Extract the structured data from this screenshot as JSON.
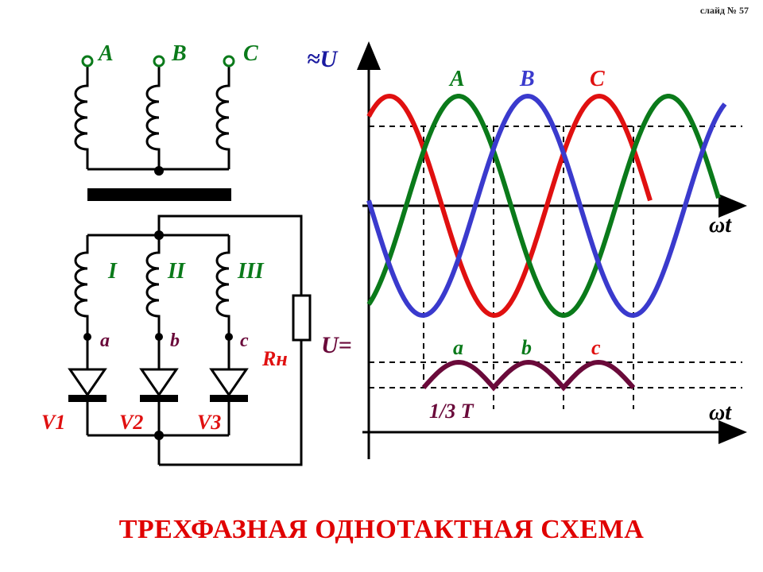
{
  "slide_number": "слайд № 57",
  "title": "ТРЕХФАЗНАЯ ОДНОТАКТНАЯ СХЕМА",
  "colors": {
    "phase_a": "#e01010",
    "phase_b": "#3a3acd",
    "phase_c": "#0a7a1a",
    "terminal": "#0a7a1a",
    "secondary_roman": "#0a7a1a",
    "node_labels": "#6a0a3a",
    "load_label": "#e01010",
    "diode_labels": "#e01010",
    "ripple": "#6a0a3a",
    "ac_symbol": "#1a1aa0",
    "wire": "#000000"
  },
  "circuit": {
    "primary_terminals": [
      "A",
      "B",
      "C"
    ],
    "secondary_windings": [
      "I",
      "II",
      "III"
    ],
    "nodes": [
      "a",
      "b",
      "c"
    ],
    "diodes": [
      "V1",
      "V2",
      "V3"
    ],
    "load": "Rн"
  },
  "graph": {
    "ac_axis_label": "≈U",
    "dc_axis_label": "U=",
    "time_label": "ωt",
    "time_label_2": "ωt",
    "wave_labels": [
      "A",
      "B",
      "C"
    ],
    "ripple_labels": [
      "a",
      "b",
      "c"
    ],
    "period_label": "1/3 T"
  }
}
